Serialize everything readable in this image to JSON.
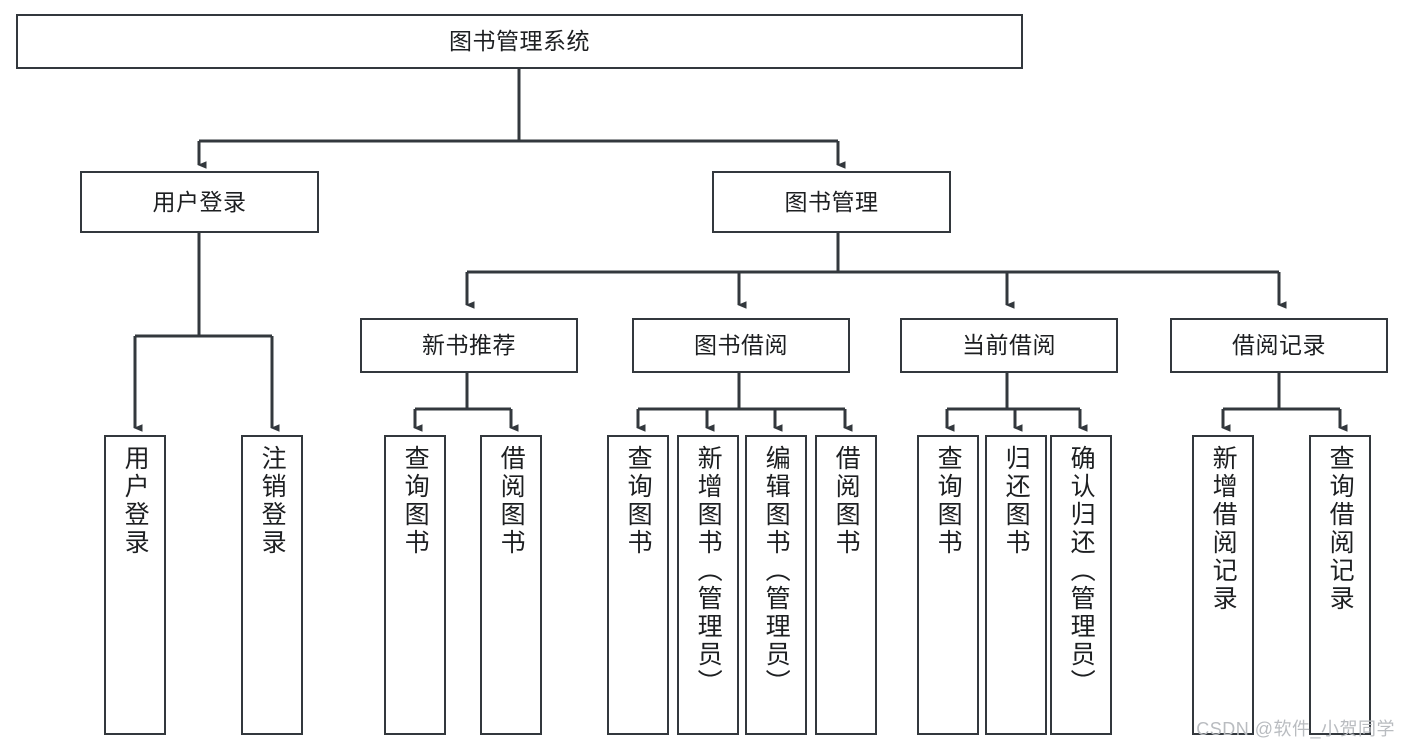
{
  "diagram": {
    "title": "图书管理系统",
    "type": "tree",
    "watermark": "CSDN @软件_小贺同学",
    "colors": {
      "box_border": "#33383d",
      "box_fill": "#ffffff",
      "connector": "#33383d",
      "text": "#1d1f21",
      "watermark": "#b9bcc0",
      "page_background": "#ffffff"
    },
    "nodes": {
      "root": {
        "label": "图书管理系统",
        "level": 1
      },
      "l2": [
        {
          "id": "user-login",
          "label": "用户登录",
          "level": 2
        },
        {
          "id": "book-manage",
          "label": "图书管理",
          "level": 2
        }
      ],
      "l3": [
        {
          "id": "new-book-recommend",
          "label": "新书推荐",
          "level": 3,
          "parent": "book-manage"
        },
        {
          "id": "book-borrow",
          "label": "图书借阅",
          "level": 3,
          "parent": "book-manage"
        },
        {
          "id": "current-borrow",
          "label": "当前借阅",
          "level": 3,
          "parent": "book-manage"
        },
        {
          "id": "borrow-record",
          "label": "借阅记录",
          "level": 3,
          "parent": "book-manage"
        }
      ],
      "leaves": [
        {
          "id": "leaf-user-login",
          "label": "用户登录",
          "parent": "user-login"
        },
        {
          "id": "leaf-user-logout",
          "label": "注销登录",
          "parent": "user-login"
        },
        {
          "id": "leaf-query-book-1",
          "label": "查询图书",
          "parent": "new-book-recommend"
        },
        {
          "id": "leaf-borrow-book-1",
          "label": "借阅图书",
          "parent": "new-book-recommend"
        },
        {
          "id": "leaf-query-book-2",
          "label": "查询图书",
          "parent": "book-borrow"
        },
        {
          "id": "leaf-add-book",
          "label": "新增图书（管理员）",
          "parent": "book-borrow"
        },
        {
          "id": "leaf-edit-book",
          "label": "编辑图书（管理员）",
          "parent": "book-borrow"
        },
        {
          "id": "leaf-borrow-book-2",
          "label": "借阅图书",
          "parent": "book-borrow"
        },
        {
          "id": "leaf-query-book-3",
          "label": "查询图书",
          "parent": "current-borrow"
        },
        {
          "id": "leaf-return-book",
          "label": "归还图书",
          "parent": "current-borrow"
        },
        {
          "id": "leaf-confirm-return",
          "label": "确认归还（管理员）",
          "parent": "current-borrow"
        },
        {
          "id": "leaf-add-record",
          "label": "新增借阅记录",
          "parent": "borrow-record"
        },
        {
          "id": "leaf-query-record",
          "label": "查询借阅记录",
          "parent": "borrow-record"
        }
      ]
    }
  }
}
